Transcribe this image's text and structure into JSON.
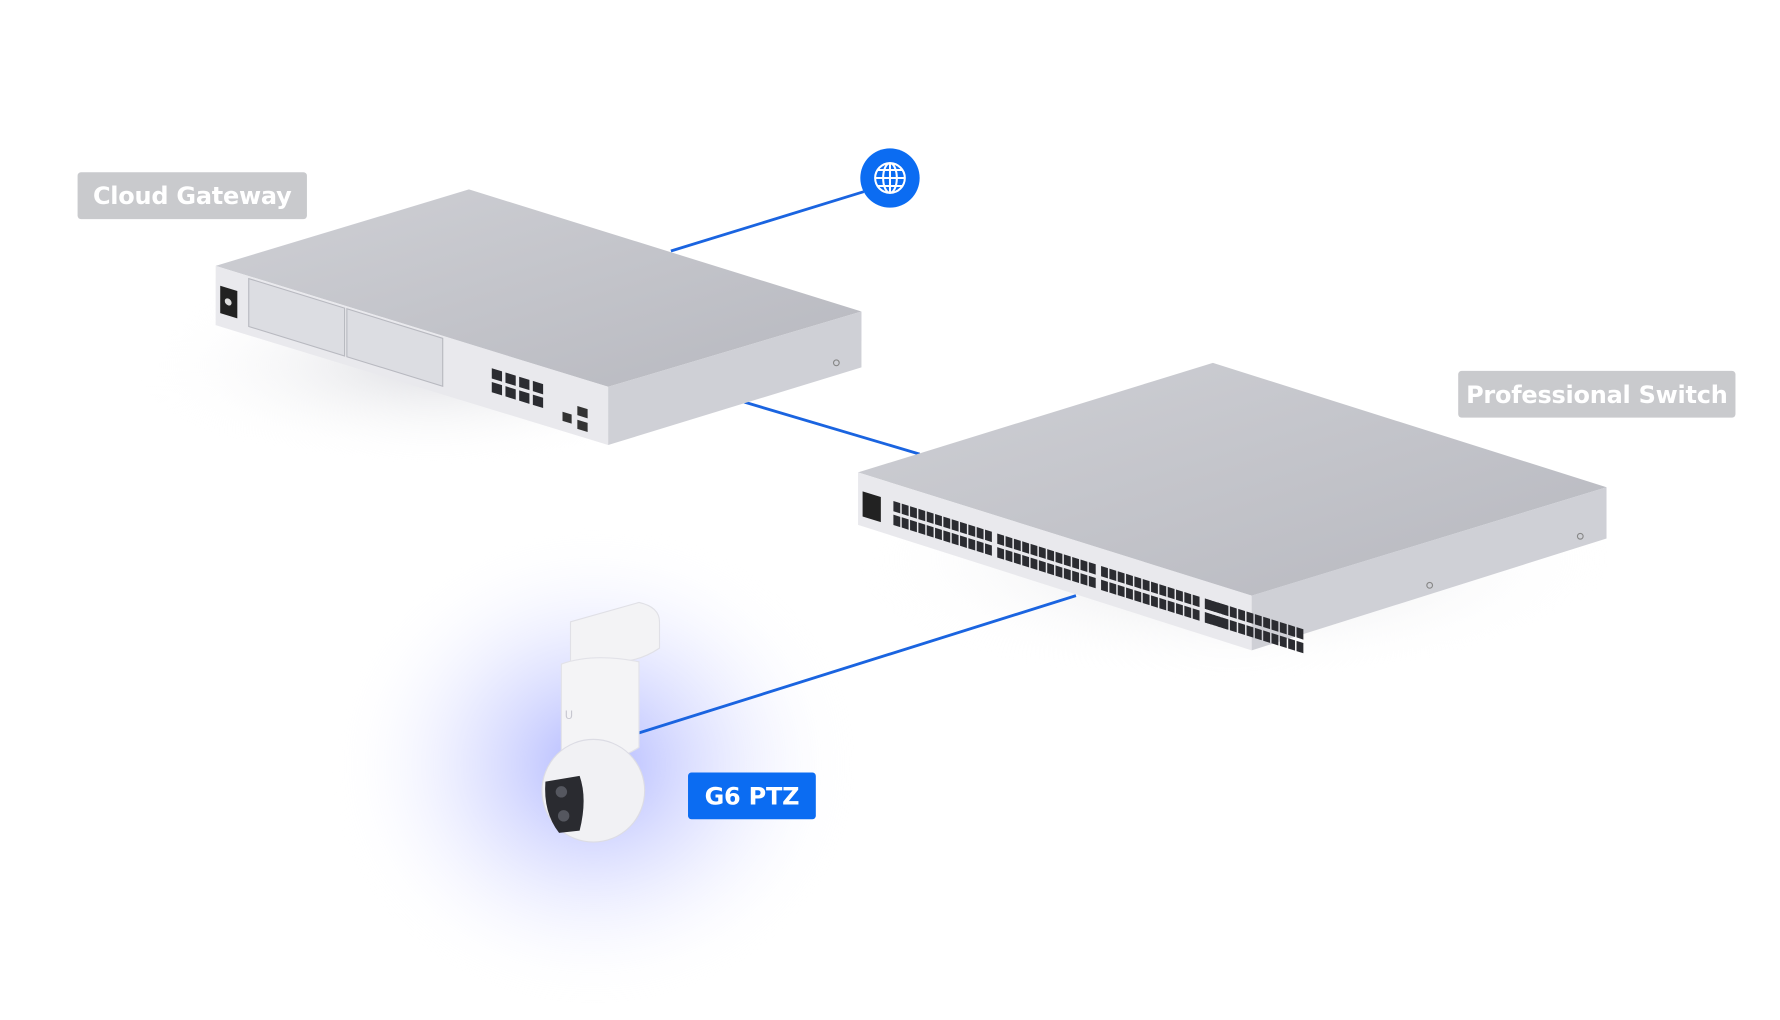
{
  "nodes": {
    "gateway": {
      "label": "Cloud Gateway"
    },
    "switch": {
      "label": "Professional Switch"
    },
    "camera": {
      "label": "G6 PTZ"
    },
    "internet": {
      "icon": "globe-icon"
    }
  },
  "colors": {
    "accent": "#0b6cf2",
    "link": "#1a64e0",
    "label_gray": "#c9cacd"
  }
}
